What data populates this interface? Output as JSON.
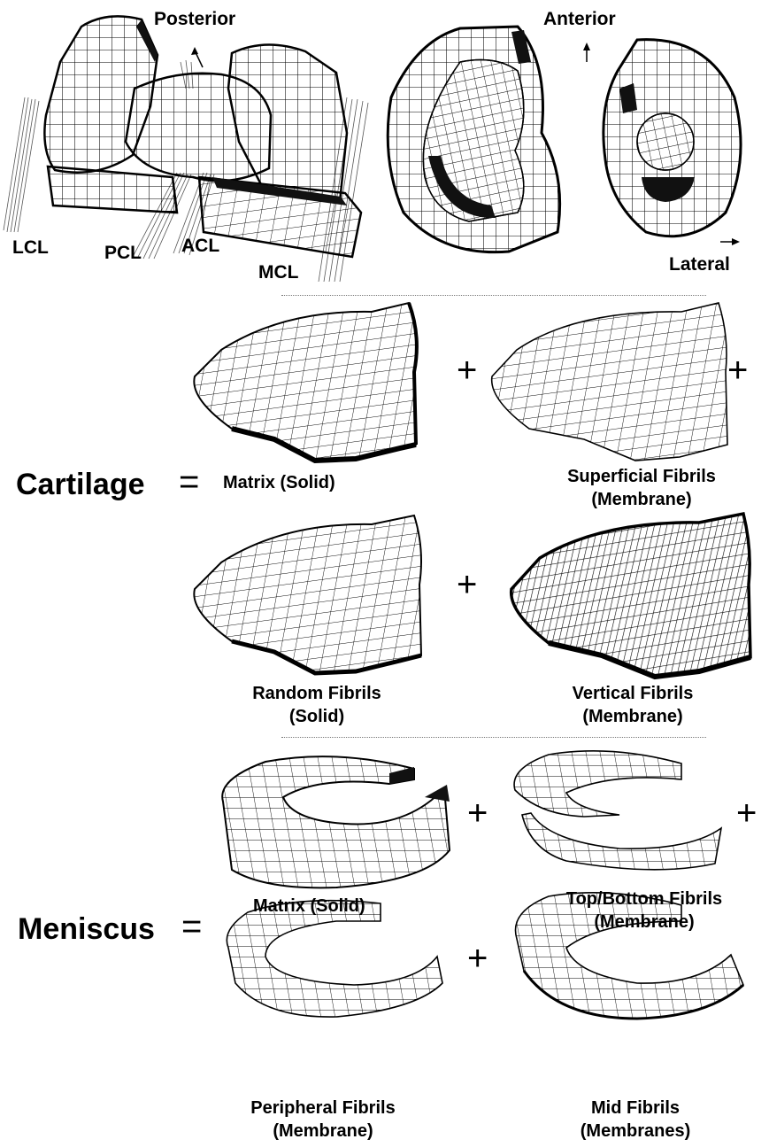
{
  "top_view": {
    "posterior": "Posterior",
    "anterior": "Anterior",
    "lateral": "Lateral",
    "lcl": "LCL",
    "pcl": "PCL",
    "acl": "ACL",
    "mcl": "MCL"
  },
  "cartilage": {
    "title": "Cartilage",
    "equals": "=",
    "matrix": "Matrix (Solid)",
    "superficial": [
      "Superficial Fibrils",
      "(Membrane)"
    ],
    "random": [
      "Random Fibrils",
      "(Solid)"
    ],
    "vertical": [
      "Vertical Fibrils",
      "(Membrane)"
    ]
  },
  "meniscus": {
    "title": "Meniscus",
    "equals": "=",
    "matrix": "Matrix (Solid)",
    "topbottom": [
      "Top/Bottom Fibrils",
      "(Membrane)"
    ],
    "peripheral": [
      "Peripheral Fibrils",
      "(Membrane)"
    ],
    "mid": [
      "Mid Fibrils",
      "(Membranes)"
    ]
  },
  "plus": "+"
}
